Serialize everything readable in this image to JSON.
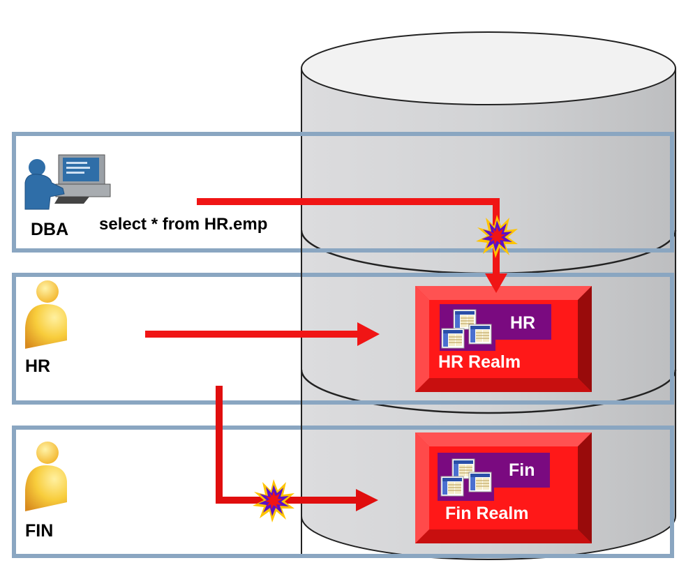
{
  "diagram": {
    "title": "Database Vault realms access control",
    "database": {
      "icon": "database-cylinder-icon"
    },
    "lanes": [
      {
        "id": "dba",
        "user_label": "DBA",
        "icon": "admin-computer-icon",
        "query_text": "select * from HR.emp"
      },
      {
        "id": "hr",
        "user_label": "HR",
        "icon": "user-icon"
      },
      {
        "id": "fin",
        "user_label": "FIN",
        "icon": "user-icon"
      }
    ],
    "realms": [
      {
        "id": "hr-realm",
        "schema_label": "HR",
        "realm_label": "HR Realm",
        "icon": "tables-icon"
      },
      {
        "id": "fin-realm",
        "schema_label": "Fin",
        "realm_label": "Fin Realm",
        "icon": "tables-icon"
      }
    ],
    "flows": [
      {
        "from": "DBA",
        "to": "HR Realm",
        "status": "blocked"
      },
      {
        "from": "HR",
        "to": "HR Realm",
        "status": "allowed"
      },
      {
        "from": "HR",
        "to": "Fin Realm",
        "status": "blocked"
      }
    ],
    "colors": {
      "lane_border": "#8aa6c1",
      "arrow": "#f01515",
      "realm_red": "#ff1515",
      "realm_dark": "#a00c0c",
      "schema_purple": "#7a0a80",
      "person_yellow": "#f7c431",
      "dba_blue": "#2f6ea8"
    }
  }
}
